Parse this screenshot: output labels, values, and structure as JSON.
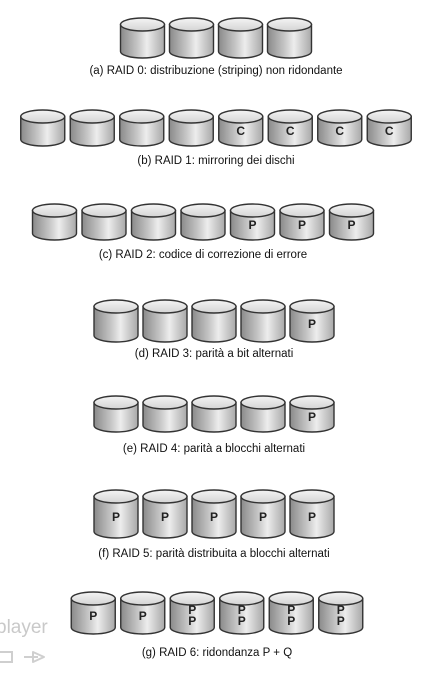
{
  "raid_levels": [
    {
      "caption": "(a) RAID 0: distribuzione (striping) non ridondante",
      "disks": [
        {
          "labels": []
        },
        {
          "labels": []
        },
        {
          "labels": []
        },
        {
          "labels": []
        }
      ]
    },
    {
      "caption": "(b) RAID 1: mirroring dei dischi",
      "disks": [
        {
          "labels": []
        },
        {
          "labels": []
        },
        {
          "labels": []
        },
        {
          "labels": []
        },
        {
          "labels": [
            "C"
          ]
        },
        {
          "labels": [
            "C"
          ]
        },
        {
          "labels": [
            "C"
          ]
        },
        {
          "labels": [
            "C"
          ]
        }
      ]
    },
    {
      "caption": "(c) RAID 2: codice di correzione di errore",
      "disks": [
        {
          "labels": []
        },
        {
          "labels": []
        },
        {
          "labels": []
        },
        {
          "labels": []
        },
        {
          "labels": [
            "P"
          ]
        },
        {
          "labels": [
            "P"
          ]
        },
        {
          "labels": [
            "P"
          ]
        }
      ]
    },
    {
      "caption": "(d) RAID 3: parità a bit alternati",
      "disks": [
        {
          "labels": []
        },
        {
          "labels": []
        },
        {
          "labels": []
        },
        {
          "labels": []
        },
        {
          "labels": [
            "P"
          ]
        }
      ]
    },
    {
      "caption": "(e) RAID 4: parità a blocchi alternati",
      "disks": [
        {
          "labels": []
        },
        {
          "labels": []
        },
        {
          "labels": []
        },
        {
          "labels": []
        },
        {
          "labels": [
            "P"
          ]
        }
      ]
    },
    {
      "caption": "(f) RAID 5: parità distribuita a blocchi alternati",
      "disks": [
        {
          "labels": [
            "P"
          ]
        },
        {
          "labels": [
            "P"
          ]
        },
        {
          "labels": [
            "P"
          ]
        },
        {
          "labels": [
            "P"
          ]
        },
        {
          "labels": [
            "P"
          ]
        }
      ]
    },
    {
      "caption": "(g) RAID 6: ridondanza P + Q",
      "disks": [
        {
          "labels": [
            "P"
          ]
        },
        {
          "labels": [
            "P"
          ]
        },
        {
          "labels": [
            "P",
            "P"
          ]
        },
        {
          "labels": [
            "P",
            "P"
          ]
        },
        {
          "labels": [
            "P",
            "P"
          ]
        },
        {
          "labels": [
            "P",
            "P"
          ]
        }
      ]
    }
  ],
  "watermark": {
    "text": "player",
    "nav_icons": [
      "screen-icon",
      "arrow-right-icon"
    ]
  },
  "colors": {
    "disk_top": "#e4e4e4",
    "disk_body_dark": "#8e8e8e",
    "disk_body_light": "#ececec",
    "disk_outline": "#333333",
    "watermark": "#c9c9c9"
  }
}
